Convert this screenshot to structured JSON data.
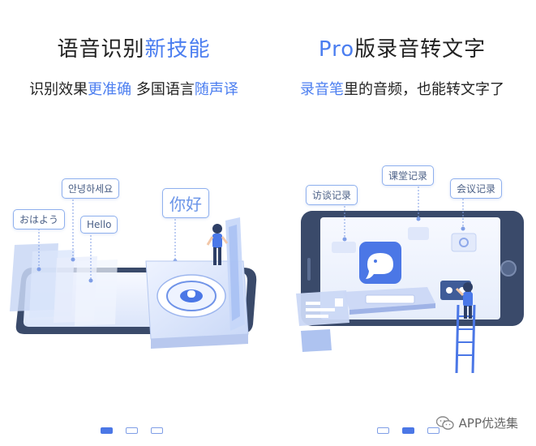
{
  "theme": {
    "accent": "#4b7ef0"
  },
  "left_panel": {
    "title_plain": "语音识别",
    "title_highlight": "新技能",
    "subtitle_parts": [
      "识别效果",
      "更准确",
      "多国语言",
      "随声译"
    ],
    "bubbles": [
      "おはよう",
      "안녕하세요",
      "Hello",
      "你好"
    ],
    "dots": [
      true,
      false,
      false
    ]
  },
  "right_panel": {
    "title_highlight": "Pro",
    "title_plain": "版录音转文字",
    "subtitle_highlight": "录音笔",
    "subtitle_plain": "里的音频，也能转文字了",
    "bubbles": [
      "访谈记录",
      "课堂记录",
      "会议记录"
    ],
    "dots": [
      false,
      true,
      false
    ]
  },
  "watermark": {
    "text": "APP优选集",
    "icon": "wechat-icon"
  }
}
